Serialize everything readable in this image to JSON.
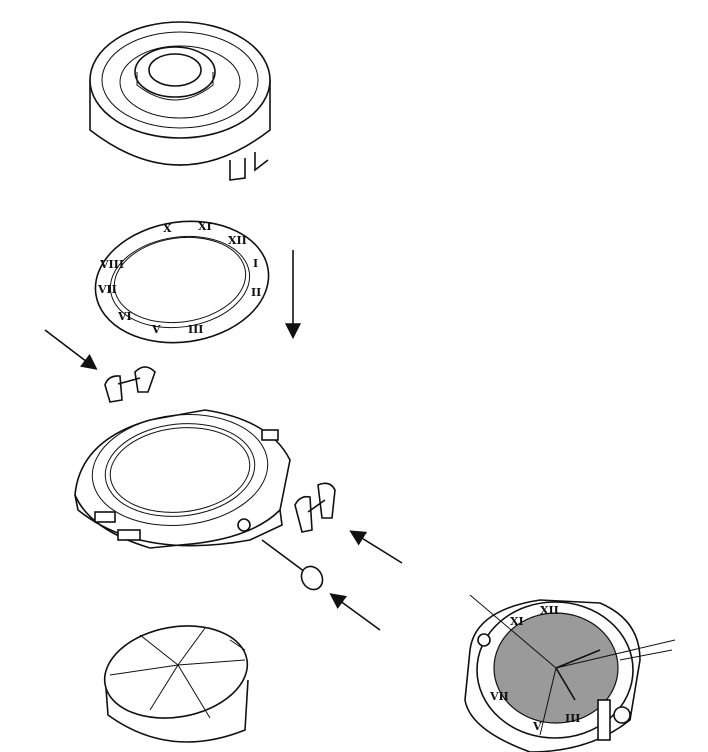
{
  "figure": {
    "bezel_numerals": [
      "XII",
      "I",
      "II",
      "III",
      "V",
      "VI",
      "VII",
      "VIII",
      "X",
      "XI"
    ],
    "assembled_numerals": [
      "XII",
      "III",
      "V",
      "VII",
      "XI"
    ],
    "dial_color": "#9a9a9a",
    "line_color": "#111111"
  }
}
